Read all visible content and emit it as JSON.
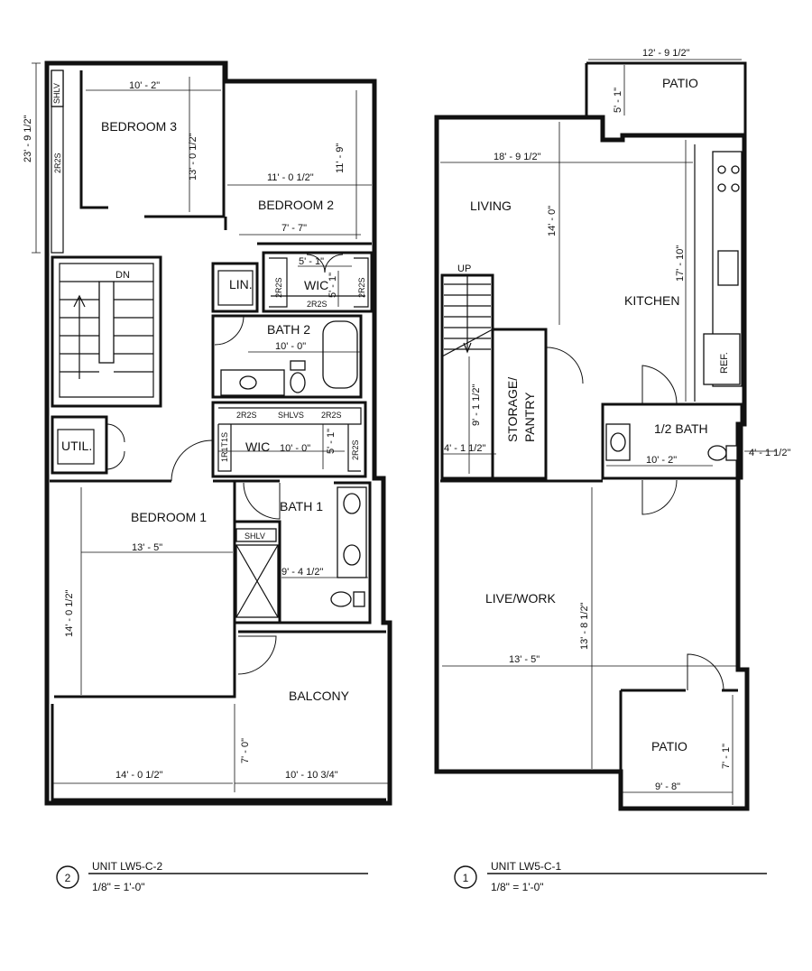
{
  "units": [
    {
      "id": "unit2",
      "marker": "2",
      "name": "UNIT LW5-C-2",
      "scale": "1/8\" = 1'-0\"",
      "rooms": {
        "bedroom3": "BEDROOM 3",
        "bedroom2": "BEDROOM 2",
        "bedroom1": "BEDROOM 1",
        "bath2": "BATH 2",
        "bath1": "BATH 1",
        "wic_upper": "WIC",
        "wic_lower": "WIC",
        "linen": "LIN.",
        "util": "UTIL.",
        "balcony": "BALCONY",
        "stair_dn": "DN"
      },
      "dimensions": {
        "overall_depth": "23' - 9 1/2\"",
        "bedroom3_width": "10' - 2\"",
        "bedroom3_depth": "13' - 0 1/2\"",
        "bedroom2_width": "11' - 0 1/2\"",
        "bedroom2_depth": "11' - 9\"",
        "bedroom2_small": "7' - 7\"",
        "wic_upper_width": "5' - 1\"",
        "wic_upper_depth": "5' - 1\"",
        "bath2_width": "10' - 0\"",
        "wic_lower_width": "10' - 0\"",
        "wic_lower_depth": "5' - 1\"",
        "bedroom1_width": "13' - 5\"",
        "bedroom1_depth": "14' - 0 1/2\"",
        "bath1_depth": "9' - 4 1/2\"",
        "balcony_depth": "7' - 0\"",
        "balcony_width_left": "14' - 0 1/2\"",
        "balcony_width_right": "10' - 10 3/4\""
      },
      "tags": {
        "shlv_b3": "SHLV",
        "r2s_b3": "2R2S",
        "r2s_w1": "2R2S",
        "r2s_w2": "2R2S",
        "r2s_w3": "2R2S",
        "r2s_l1": "2R2S",
        "shlvs_l": "SHLVS",
        "r2s_l2": "2R2S",
        "r1t1s": "1R1T1S",
        "r2s_l3": "2R2S",
        "shlv_b1": "SHLV"
      }
    },
    {
      "id": "unit1",
      "marker": "1",
      "name": "UNIT LW5-C-1",
      "scale": "1/8\" = 1'-0\"",
      "rooms": {
        "patio_top": "PATIO",
        "living": "LIVING",
        "kitchen": "KITCHEN",
        "storage_1": "STORAGE/",
        "storage_2": "PANTRY",
        "half_bath": "1/2 BATH",
        "livework": "LIVE/WORK",
        "patio_bottom": "PATIO",
        "stair_up": "UP",
        "ref": "REF."
      },
      "dimensions": {
        "patio_top_width": "12' - 9 1/2\"",
        "patio_top_depth": "5' - 1\"",
        "living_width": "18' - 9 1/2\"",
        "living_depth": "14' - 0\"",
        "kitchen_depth": "17' - 10\"",
        "storage_depth": "9' - 1 1/2\"",
        "storage_width": "4' - 1 1/2\"",
        "half_bath_width": "10' - 2\"",
        "half_bath_depth": "4' - 1 1/2\"",
        "livework_depth": "13' - 8 1/2\"",
        "livework_width": "13' - 5\"",
        "patio_bottom_depth": "7' - 1\"",
        "patio_bottom_width": "9' - 8\""
      }
    }
  ]
}
